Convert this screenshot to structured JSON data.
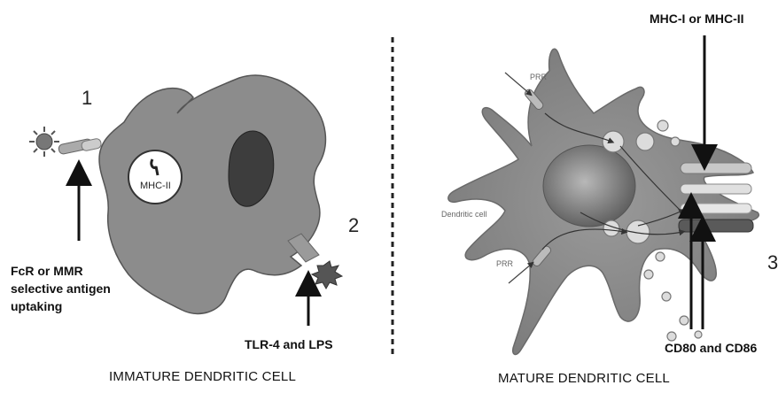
{
  "left": {
    "number_1": "1",
    "number_2": "2",
    "mhc_label": "MHC-II",
    "fcr_text": "FcR or MMR\nselective antigen\nuptaking",
    "tlr_text": "TLR-4 and LPS",
    "caption": "IMMATURE DENDRITIC CELL"
  },
  "right": {
    "mhc_top": "MHC-I or MHC-II",
    "prr_top": "PRR",
    "prr_bottom": "PRR",
    "dendritic_label": "Dendritic cell",
    "cd_label": "CD80 and CD86",
    "number_3": "3",
    "caption": "MATURE DENDRITIC CELL"
  },
  "colors": {
    "cell_fill": "#8a8a8a",
    "nucleus_fill": "#4a4a4a",
    "arrow": "#111111",
    "divider": "#222222"
  }
}
